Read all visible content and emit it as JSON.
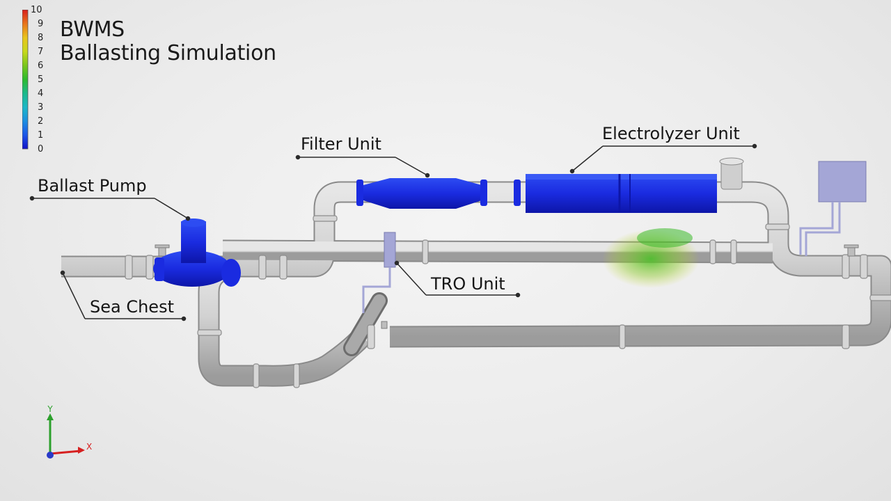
{
  "title": {
    "line1": "BWMS",
    "line2": "Ballasting Simulation"
  },
  "legend": {
    "ticks": [
      "10",
      "9",
      "8",
      "7",
      "6",
      "5",
      "4",
      "3",
      "2",
      "1",
      "0"
    ],
    "min": 0,
    "max": 10,
    "colors": [
      "#d81d1d",
      "#e8741c",
      "#e8c41c",
      "#c7d81c",
      "#7ac61c",
      "#2cbb2c",
      "#1cb98a",
      "#1cb7c7",
      "#1c8ee0",
      "#1c55e8",
      "#1212c8"
    ]
  },
  "components": {
    "ballast_pump": "Ballast Pump",
    "filter_unit": "Filter Unit",
    "electrolyzer_unit": "Electrolyzer Unit",
    "sea_chest": "Sea Chest",
    "tro_unit": "TRO Unit"
  },
  "axes": {
    "y": "Y",
    "x": "X"
  },
  "colors": {
    "pipe": "#c8c8c8",
    "unit_blue": "#1a2be0",
    "tro": "#a4a6d6",
    "particles": "#6fbf2a"
  }
}
